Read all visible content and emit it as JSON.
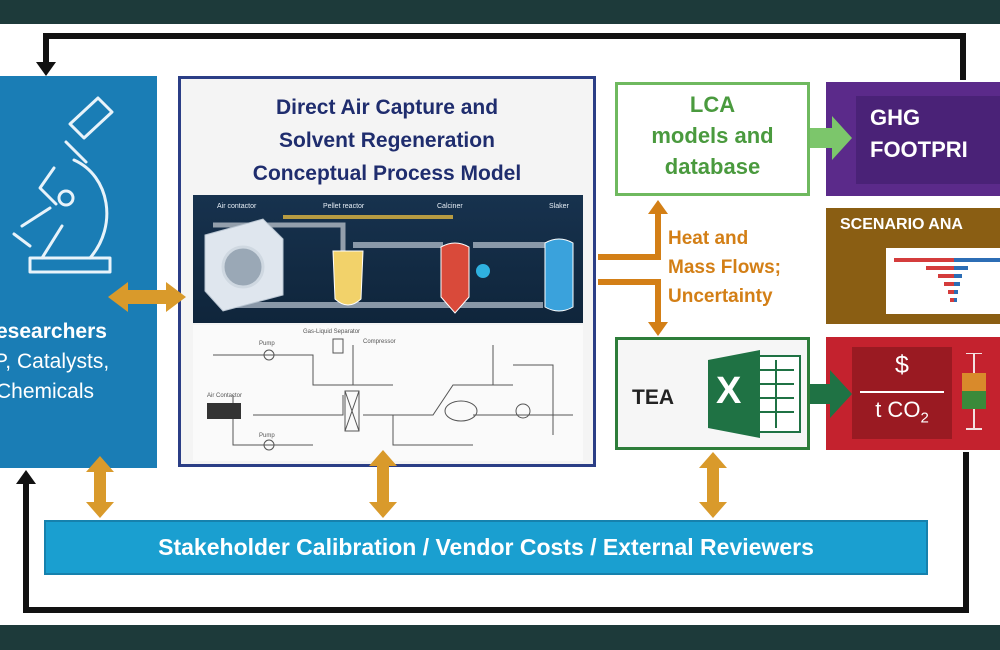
{
  "researchers": {
    "line1": "esearchers",
    "line2": "P, Catalysts,",
    "line3": "Chemicals",
    "icon": "microscope-icon"
  },
  "process_model": {
    "title_line1": "Direct Air Capture and",
    "title_line2": "Solvent Regeneration",
    "title_line3": "Conceptual Process Model",
    "stage_labels": [
      "Air contactor",
      "Pellet reactor",
      "Calciner",
      "Slaker"
    ],
    "pfd_labels": [
      "Pump",
      "Gas-Liquid Separator",
      "Compressor",
      "Air Contactor",
      "Pump"
    ]
  },
  "lca": {
    "line1": "LCA",
    "line2": "models and",
    "line3": "database"
  },
  "ghg": {
    "line1": "GHG",
    "line2": "FOOTPRI"
  },
  "scenario": {
    "heading": "SCENARIO ANA"
  },
  "flows_label": {
    "line1": "Heat and",
    "line2": "Mass Flows;",
    "line3": "Uncertainty"
  },
  "tea": {
    "label": "TEA",
    "icon": "excel-icon",
    "icon_letter": "X"
  },
  "cost": {
    "numerator": "$",
    "denominator_prefix": "t CO",
    "denominator_sub": "2"
  },
  "stakeholder": {
    "label": "Stakeholder Calibration / Vendor Costs / External Reviewers"
  },
  "colors": {
    "researchers": "#1a7db5",
    "process_border": "#2b3e86",
    "lca_green": "#6fb95f",
    "ghg_purple": "#5b2a8a",
    "scenario_brown": "#8a5e13",
    "tea_green": "#2d7d3a",
    "cost_red": "#c4222e",
    "arrow_gold": "#d99a2b",
    "arrow_orange": "#d37f16",
    "stakeholder_blue": "#1a9fd0"
  }
}
